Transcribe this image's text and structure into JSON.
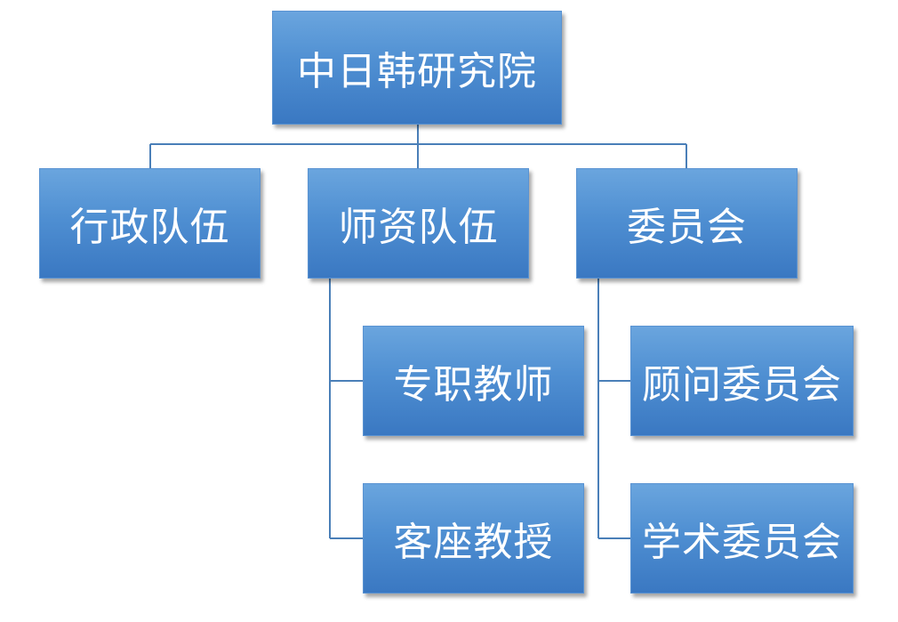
{
  "root": {
    "label": "中日韩研究院"
  },
  "level1": {
    "admin": "行政队伍",
    "faculty": "师资队伍",
    "committee": "委员会"
  },
  "faculty_children": {
    "full_time": "专职教师",
    "visiting": "客座教授"
  },
  "committee_children": {
    "advisory": "顾问委员会",
    "academic": "学术委员会"
  },
  "colors": {
    "box_top": "#6aa5de",
    "box_bottom": "#3a78c2",
    "connector": "#4a7fb8",
    "text": "#ffffff"
  }
}
